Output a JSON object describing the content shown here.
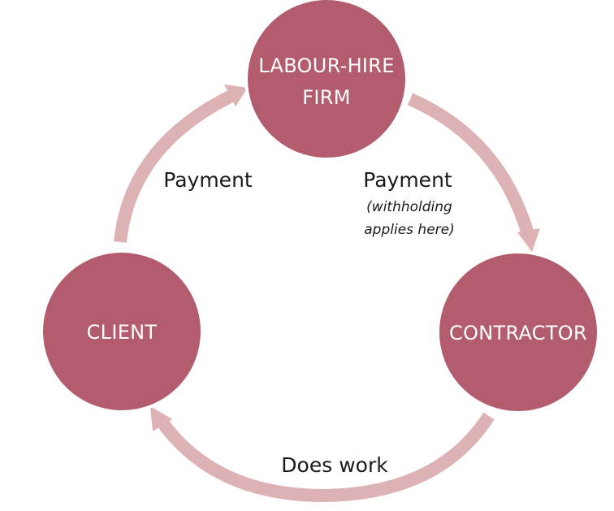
{
  "colors": {
    "node_fill": "#b25c6d",
    "node_stroke": "#ffffff",
    "arrow": "#ddb2b5",
    "text": "#1a1a1a"
  },
  "nodes": {
    "labour_hire_firm": {
      "line1": "LABOUR-HIRE",
      "line2": "FIRM"
    },
    "contractor": {
      "label": "CONTRACTOR"
    },
    "client": {
      "label": "CLIENT"
    }
  },
  "edges": {
    "client_to_firm": {
      "label": "Payment"
    },
    "firm_to_contractor": {
      "label": "Payment",
      "note_line1": "(withholding",
      "note_line2": "applies here)"
    },
    "contractor_to_client": {
      "label": "Does work"
    }
  }
}
